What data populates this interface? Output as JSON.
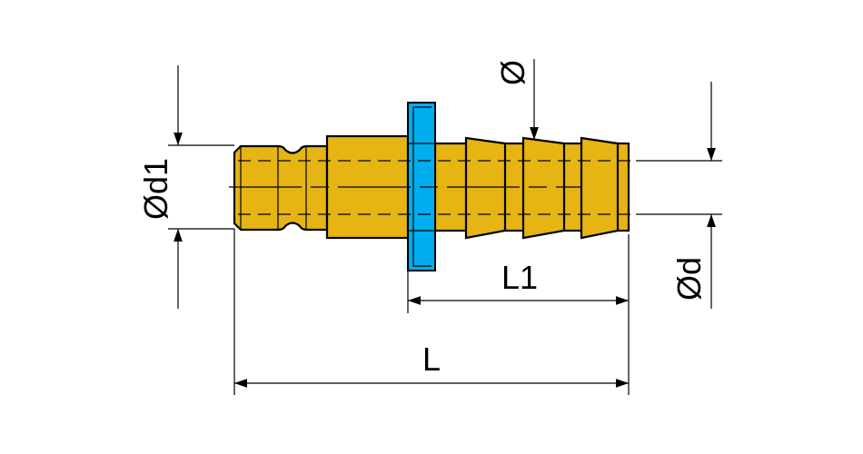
{
  "labels": {
    "d1": "Ød1",
    "bore": "Ø",
    "d": "Ød",
    "L1": "L1",
    "L": "L"
  },
  "colors": {
    "body": "#e6b413",
    "ring": "#00aeef"
  }
}
